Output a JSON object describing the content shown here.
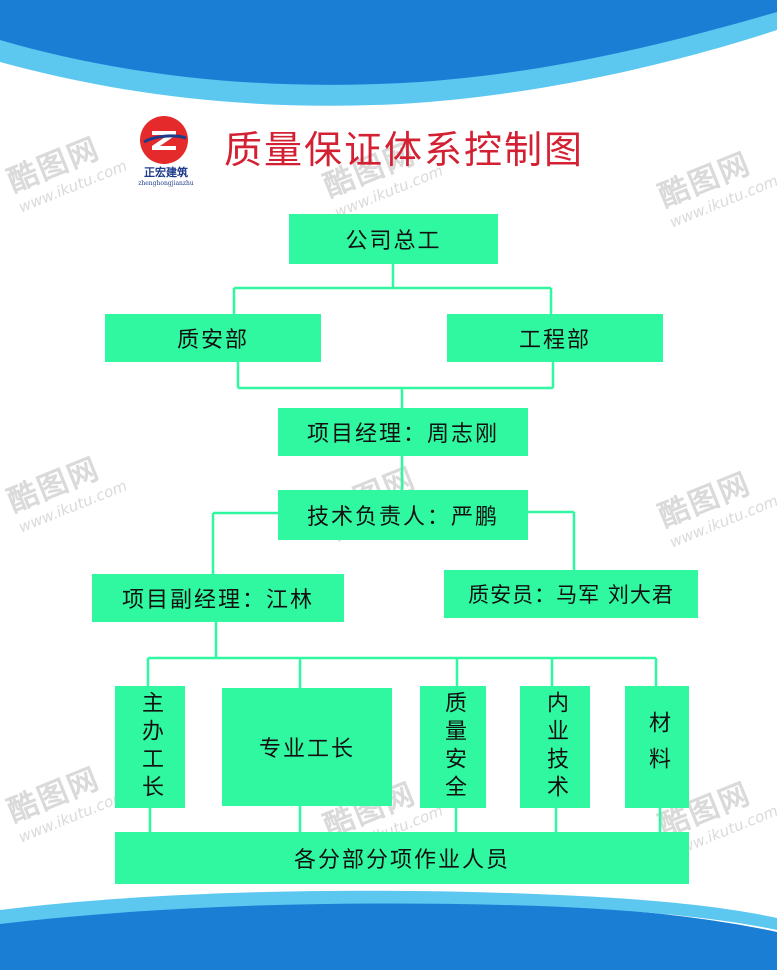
{
  "header": {
    "title": "质量保证体系控制图",
    "logo_text": "正宏建筑",
    "logo_subtext": "zhenghongjianzhu"
  },
  "org_chart": {
    "nodes": {
      "chief_engineer": "公司总工",
      "quality_safety_dept": "质安部",
      "engineering_dept": "工程部",
      "project_manager": "项目经理：周志刚",
      "technical_lead": "技术负责人：严鹏",
      "deputy_manager": "项目副经理：江林",
      "quality_safety_staff": "质安员：马军  刘大君",
      "main_foreman": "主办工长",
      "specialty_foreman": "专业工长",
      "quality_safety": "质量安全",
      "internal_tech": "内业技术",
      "materials": "材料",
      "all_personnel": "各分部分项作业人员"
    }
  },
  "watermark": {
    "brand": "酷图网",
    "url": "www.ikutu.com"
  },
  "colors": {
    "box_fill": "#2ff8a0",
    "connector": "#2ff8a0",
    "title": "#d42033",
    "wave_dark": "#1a7fd4",
    "wave_light": "#5cc8f0"
  }
}
